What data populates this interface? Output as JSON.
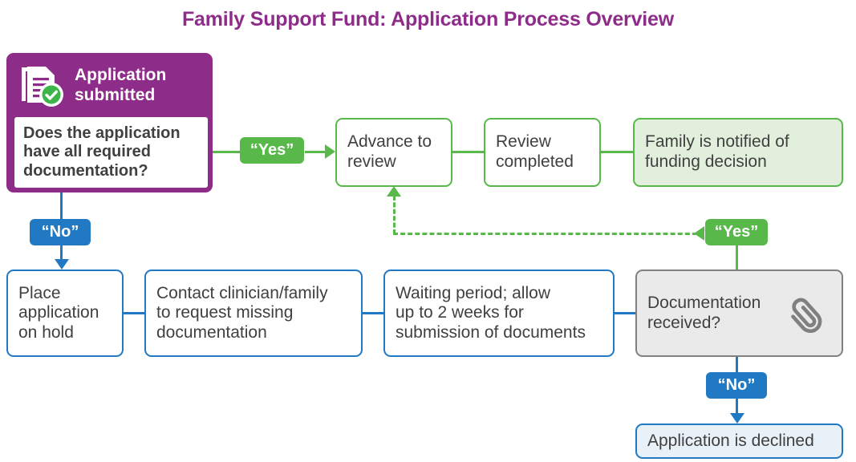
{
  "title": "Family Support Fund: Application Process Overview",
  "colors": {
    "purple": "#8e2c8a",
    "green": "#58b94a",
    "green_fill": "#e3efdd",
    "blue": "#2079c2",
    "blue_fill": "#e8f0f8",
    "gray": "#808080",
    "gray_fill": "#eaeaea",
    "text": "#404040"
  },
  "nodes": {
    "application_submitted": {
      "header": "Application\nsubmitted",
      "question": "Does the application\nhave all required\ndocumentation?",
      "icon": "documents-check-icon"
    },
    "advance_to_review": "Advance to\nreview",
    "review_completed": "Review\ncompleted",
    "family_notified": "Family is notified of\nfunding decision",
    "place_on_hold": "Place\napplication\non hold",
    "contact_clinician": "Contact clinician/family\nto request missing\ndocumentation",
    "waiting_period": "Waiting period; allow\nup to 2 weeks for\nsubmission of documents",
    "documentation_received": {
      "text": "Documentation\nreceived?",
      "icon": "paperclip-icon"
    },
    "application_declined": "Application is declined"
  },
  "labels": {
    "yes_top": "“Yes”",
    "no_left": "“No”",
    "yes_return": "“Yes”",
    "no_bottom": "“No”"
  }
}
